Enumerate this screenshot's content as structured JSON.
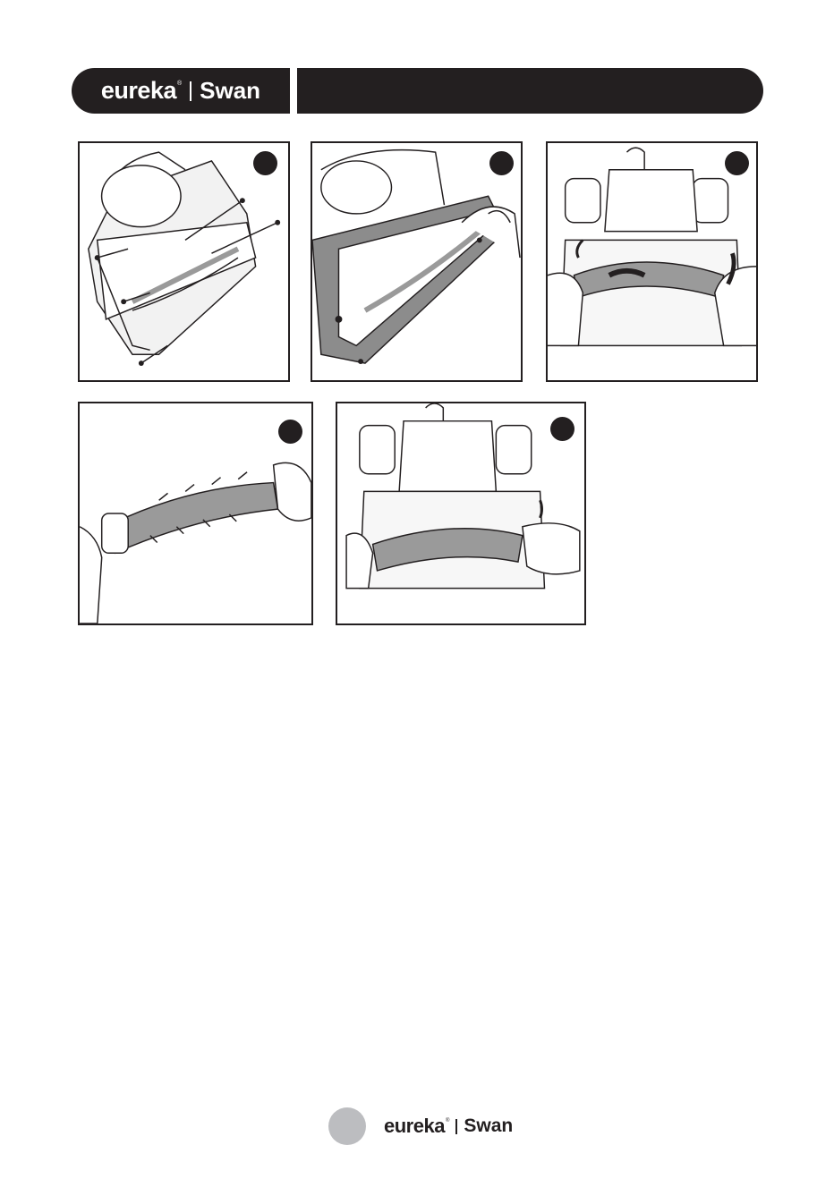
{
  "header": {
    "brand_primary": "eureka",
    "brand_mark": "®",
    "brand_secondary": "Swan"
  },
  "footer": {
    "brand_primary": "eureka",
    "brand_mark": "®",
    "brand_secondary": "Swan"
  },
  "colors": {
    "ink": "#231f20",
    "page_number_bg": "#bcbdc0",
    "illustration_fill": "#d9d9d9"
  },
  "icons": [
    "step-number-badge",
    "rotation-arrow-icon",
    "screwdriver-screw-icon"
  ]
}
